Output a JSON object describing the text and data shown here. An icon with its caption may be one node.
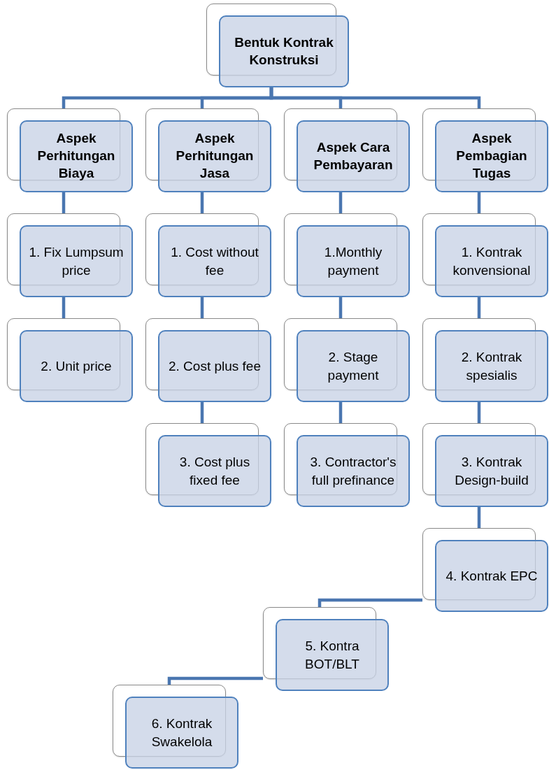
{
  "diagram": {
    "nodes": [
      {
        "text": [
          "Bentuk Kontrak Konstruksi"
        ]
      },
      {
        "text": [
          "Aspek Perhitungan Biaya"
        ]
      },
      {
        "text": [
          "Aspek Perhitungan Jasa"
        ]
      },
      {
        "text": [
          "Aspek Cara Pembayaran"
        ]
      },
      {
        "text": [
          "Aspek Pembagian Tugas"
        ]
      },
      {
        "text": [
          "1. Fix Lumpsum price"
        ]
      },
      {
        "text": [
          "2. Unit price"
        ]
      },
      {
        "text": [
          "1. Cost without fee"
        ]
      },
      {
        "text": [
          "2. Cost plus fee"
        ]
      },
      {
        "text": [
          "3. Cost plus fixed fee"
        ]
      },
      {
        "text": [
          "1.Monthly payment"
        ]
      },
      {
        "text": [
          "2. Stage payment"
        ]
      },
      {
        "text": [
          "3. Contractor's full prefinance"
        ]
      },
      {
        "text": [
          "1. Kontrak konvensional"
        ]
      },
      {
        "text": [
          "2. Kontrak spesialis"
        ]
      },
      {
        "text": [
          "3. Kontrak Design-build"
        ]
      },
      {
        "text": [
          "4. Kontrak EPC"
        ]
      },
      {
        "text": [
          "5. Kontra BOT/BLT"
        ]
      },
      {
        "text": [
          "6. Kontrak Swakelola"
        ]
      }
    ],
    "edges": [
      {
        "from": 0,
        "to": 1,
        "arrow": "none"
      },
      {
        "from": 0,
        "to": 2,
        "arrow": "none"
      },
      {
        "from": 0,
        "to": 3,
        "arrow": "none"
      },
      {
        "from": 0,
        "to": 4,
        "arrow": "none"
      },
      {
        "from": 1,
        "to": 5,
        "arrow": "none"
      },
      {
        "from": 5,
        "to": 6,
        "arrow": "none"
      },
      {
        "from": 2,
        "to": 7,
        "arrow": "none"
      },
      {
        "from": 7,
        "to": 8,
        "arrow": "none"
      },
      {
        "from": 8,
        "to": 9,
        "arrow": "none"
      },
      {
        "from": 3,
        "to": 10,
        "arrow": "none"
      },
      {
        "from": 10,
        "to": 11,
        "arrow": "none"
      },
      {
        "from": 11,
        "to": 12,
        "arrow": "none"
      },
      {
        "from": 4,
        "to": 13,
        "arrow": "none"
      },
      {
        "from": 13,
        "to": 14,
        "arrow": "none"
      },
      {
        "from": 14,
        "to": 15,
        "arrow": "none"
      },
      {
        "from": 15,
        "to": 16,
        "arrow": "none"
      },
      {
        "from": 16,
        "to": 17,
        "arrow": "none"
      },
      {
        "from": 17,
        "to": 18,
        "arrow": "none"
      }
    ]
  }
}
